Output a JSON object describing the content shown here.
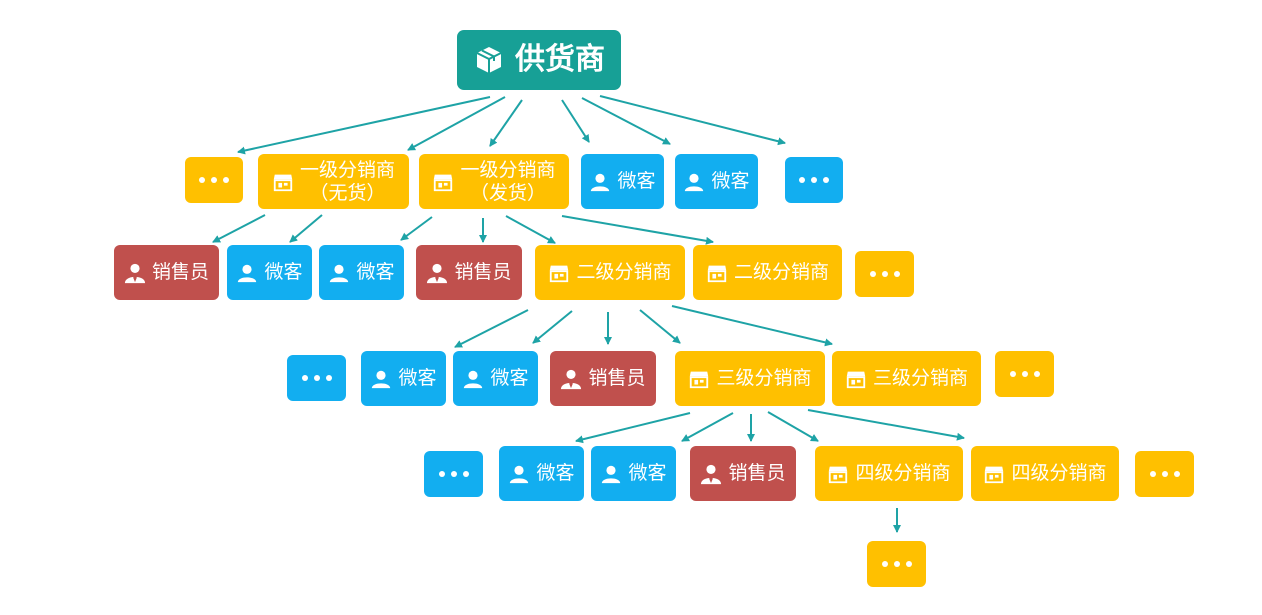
{
  "colors": {
    "root": "#17a096",
    "distributor": "#ffc000",
    "customer": "#12aef0",
    "salesperson": "#c0504d",
    "arrow": "#1ea3a6"
  },
  "icons": {
    "root": "package-box-icon",
    "distributor": "storefront-icon",
    "customer": "user-icon",
    "salesperson": "salesperson-icon"
  },
  "root": {
    "label": "供货商"
  },
  "level1": {
    "dist_nostock": {
      "line1": "一级分销商",
      "line2": "（无货）"
    },
    "dist_ship": {
      "line1": "一级分销商",
      "line2": "（发货）"
    },
    "customer_a": "微客",
    "customer_b": "微客"
  },
  "level2": {
    "sales_a": "销售员",
    "customer_a": "微客",
    "customer_b": "微客",
    "sales_b": "销售员",
    "dist_a": "二级分销商",
    "dist_b": "二级分销商"
  },
  "level3": {
    "customer_a": "微客",
    "customer_b": "微客",
    "sales": "销售员",
    "dist_a": "三级分销商",
    "dist_b": "三级分销商"
  },
  "level4": {
    "customer_a": "微客",
    "customer_b": "微客",
    "sales": "销售员",
    "dist_a": "四级分销商",
    "dist_b": "四级分销商"
  }
}
